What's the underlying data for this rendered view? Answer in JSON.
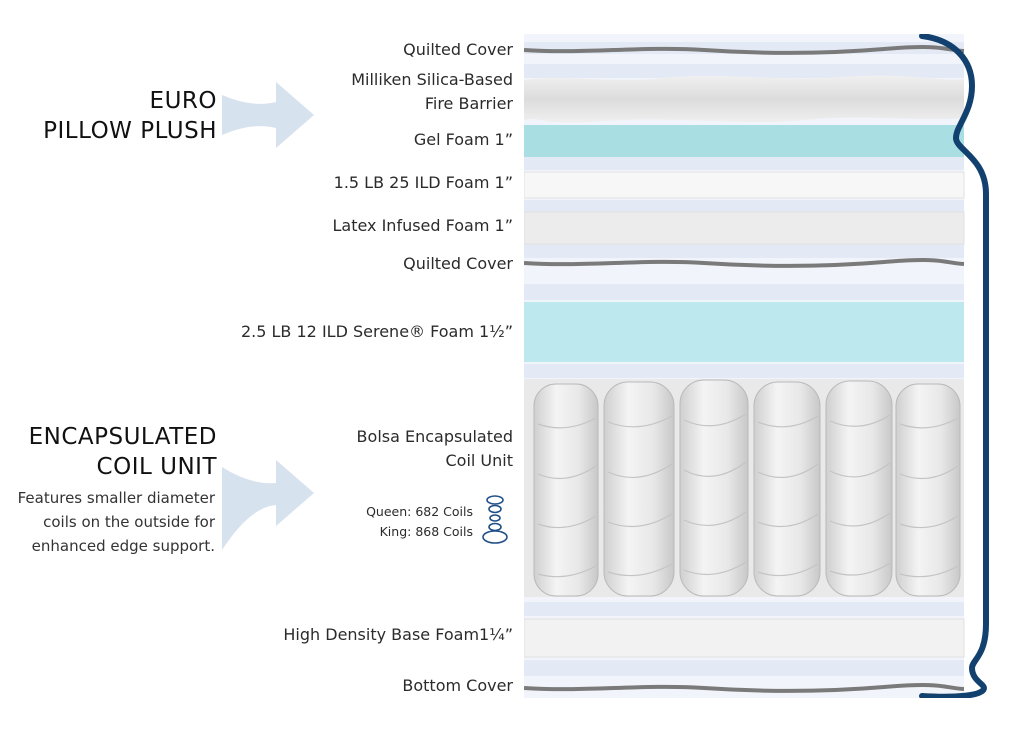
{
  "sections": {
    "euro_pillow_plush": {
      "title": "EURO\nPILLOW PLUSH"
    },
    "encapsulated_coil_unit": {
      "title": "ENCAPSULATED\nCOIL UNIT",
      "note": "Features smaller diameter\ncoils on the outside for\nenhanced edge support."
    }
  },
  "layers": [
    {
      "label": "Quilted Cover",
      "type": "cover"
    },
    {
      "label": "Milliken Silica-Based\nFire Barrier",
      "type": "fire-barrier"
    },
    {
      "label": "Gel Foam 1”",
      "type": "gel-foam"
    },
    {
      "label": "1.5 LB 25 ILD  Foam 1”",
      "type": "foam"
    },
    {
      "label": "Latex Infused Foam 1”",
      "type": "latex-foam"
    },
    {
      "label": "Quilted Cover",
      "type": "cover"
    },
    {
      "label": "2.5 LB 12 ILD Serene® Foam 1½”",
      "type": "serene-foam"
    },
    {
      "label": "Bolsa Encapsulated\nCoil Unit",
      "type": "coil-unit"
    },
    {
      "label": "High Density Base Foam1¼”",
      "type": "base-foam"
    },
    {
      "label": "Bottom Cover",
      "type": "cover"
    }
  ],
  "coil_counts": "Queen: 682 Coils\nKing: 868 Coils",
  "icons": {
    "arrow": "right-arrow-icon",
    "coil": "spring-coil-icon"
  },
  "colors": {
    "arrow": "#d7e2ef",
    "side_profile": "#12416f",
    "stripe_bg": "#e3eaf5",
    "gel_foam": "#a9dfe2",
    "serene_foam": "#bde9ee",
    "quilt_line": "#7a7a7a",
    "coil_icon": "#1f4f86"
  }
}
